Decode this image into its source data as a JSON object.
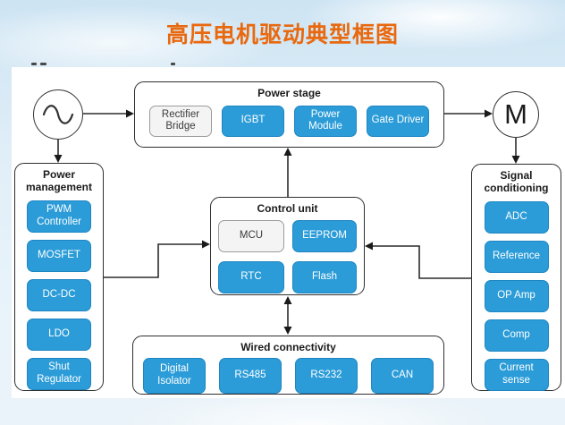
{
  "page_title": "高压电机驱动典型框图",
  "colors": {
    "accent_orange": "#e8690f",
    "block_blue": "#2b9cd8",
    "block_gray": "#f4f4f4",
    "line_dark": "#2b2b2b",
    "sky_blue": "#cde4f3"
  },
  "nodes": {
    "ac_source": {
      "icon": "sine-wave-icon"
    },
    "motor": {
      "label": "M"
    }
  },
  "groups": {
    "power_stage": {
      "title": "Power stage",
      "items": [
        {
          "label": "Rectifier Bridge",
          "variant": "gray"
        },
        {
          "label": "IGBT",
          "variant": "blue"
        },
        {
          "label": "Power Module",
          "variant": "blue"
        },
        {
          "label": "Gate Driver",
          "variant": "blue"
        }
      ]
    },
    "power_management": {
      "title": "Power management",
      "items": [
        {
          "label": "PWM Controller",
          "variant": "blue"
        },
        {
          "label": "MOSFET",
          "variant": "blue"
        },
        {
          "label": "DC-DC",
          "variant": "blue"
        },
        {
          "label": "LDO",
          "variant": "blue"
        },
        {
          "label": "Shut Regulator",
          "variant": "blue"
        }
      ]
    },
    "control_unit": {
      "title": "Control unit",
      "items": [
        {
          "label": "MCU",
          "variant": "gray"
        },
        {
          "label": "EEPROM",
          "variant": "blue"
        },
        {
          "label": "RTC",
          "variant": "blue"
        },
        {
          "label": "Flash",
          "variant": "blue"
        }
      ]
    },
    "signal_conditioning": {
      "title": "Signal conditioning",
      "items": [
        {
          "label": "ADC",
          "variant": "blue"
        },
        {
          "label": "Reference",
          "variant": "blue"
        },
        {
          "label": "OP Amp",
          "variant": "blue"
        },
        {
          "label": "Comp",
          "variant": "blue"
        },
        {
          "label": "Current sense",
          "variant": "blue"
        }
      ]
    },
    "wired_connectivity": {
      "title": "Wired connectivity",
      "items": [
        {
          "label": "Digital Isolator",
          "variant": "blue"
        },
        {
          "label": "RS485",
          "variant": "blue"
        },
        {
          "label": "RS232",
          "variant": "blue"
        },
        {
          "label": "CAN",
          "variant": "blue"
        }
      ]
    }
  }
}
